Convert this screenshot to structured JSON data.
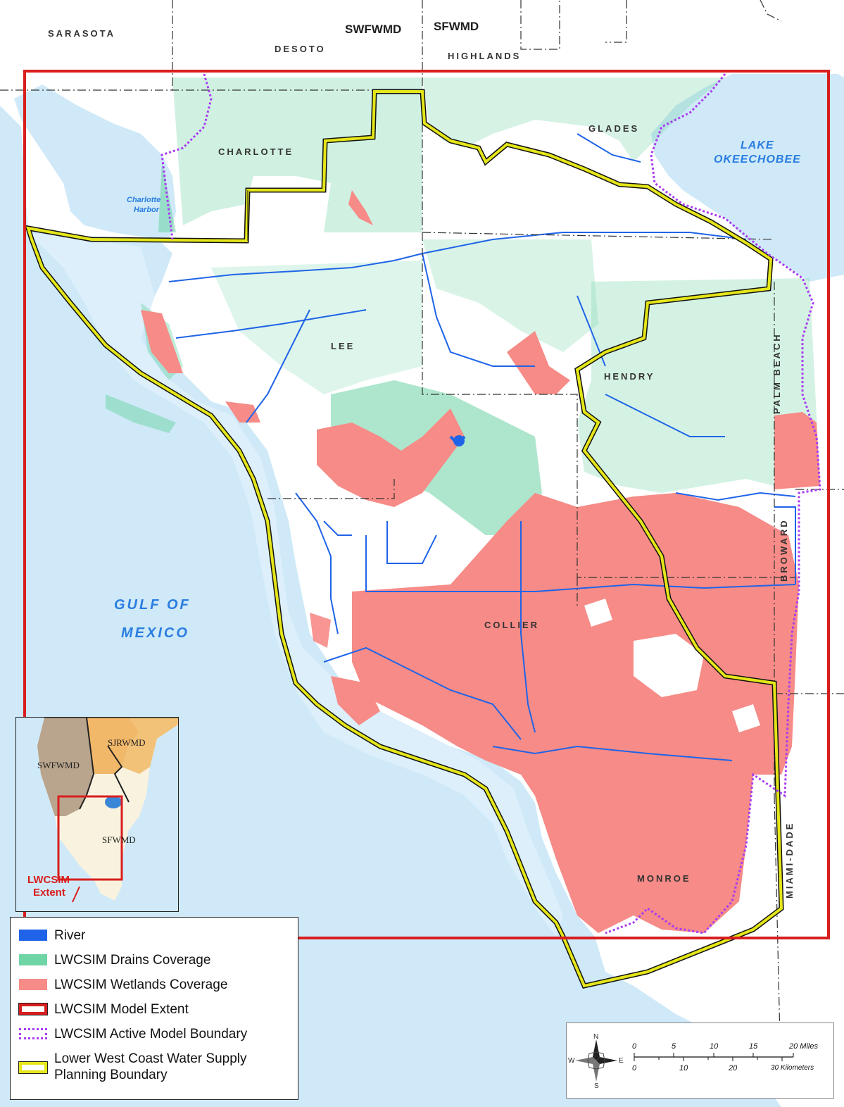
{
  "colors": {
    "ocean": "#cfe9f8",
    "shallow_water": "#dceffb",
    "land": "#ffffff",
    "river": "#1f64e8",
    "drains": "#6fd4a6",
    "wetlands": "#f68b87",
    "model_extent": "#d81e1e",
    "active_boundary": "#a93cf0",
    "planning_boundary": "#e5e619",
    "county_line": "#333333"
  },
  "districts": {
    "swfwmd": "SWFWMD",
    "sfwmd": "SFWMD"
  },
  "counties": {
    "sarasota": "SARASOTA",
    "desoto": "DESOTO",
    "highlands": "HIGHLANDS",
    "charlotte": "CHARLOTTE",
    "glades": "GLADES",
    "lee": "LEE",
    "hendry": "HENDRY",
    "palm_beach": "PALM BEACH",
    "broward": "BROWARD",
    "collier": "COLLIER",
    "monroe": "MONROE",
    "miami_dade": "MIAMI-DADE"
  },
  "water_bodies": {
    "lake_line1": "LAKE",
    "lake_line2": "OKEECHOBEE",
    "harbor_line1": "Charlotte",
    "harbor_line2": "Harbor",
    "gulf_line1": "GULF OF",
    "gulf_line2": "MEXICO"
  },
  "inset": {
    "sjrwmd": "SJRWMD",
    "swfwmd": "SWFWMD",
    "sfwmd": "SFWMD",
    "extent_line1": "LWCSIM",
    "extent_line2": "Extent"
  },
  "legend": [
    {
      "label": "River",
      "symbol": "river"
    },
    {
      "label": "LWCSIM Drains Coverage",
      "symbol": "drains"
    },
    {
      "label": "LWCSIM Wetlands Coverage",
      "symbol": "wetlands"
    },
    {
      "label": "LWCSIM Model Extent",
      "symbol": "extent"
    },
    {
      "label": "LWCSIM Active Model Boundary",
      "symbol": "active"
    },
    {
      "label": "Lower West Coast Water Supply Planning Boundary",
      "symbol": "planning"
    }
  ],
  "legend_text": {
    "river": "River",
    "drains": "LWCSIM Drains Coverage",
    "wetlands": "LWCSIM Wetlands Coverage",
    "extent": "LWCSIM Model Extent",
    "active": "LWCSIM Active Model Boundary",
    "planning_line1": "Lower West Coast Water Supply",
    "planning_line2": "Planning Boundary"
  },
  "scale_bar": {
    "miles_ticks": [
      "0",
      "5",
      "10",
      "15",
      "20 Miles"
    ],
    "km_ticks": [
      "0",
      "10",
      "20",
      "30 Kilometers"
    ],
    "north_arrow": {
      "n": "N",
      "s": "S",
      "e": "E",
      "w": "W"
    }
  }
}
